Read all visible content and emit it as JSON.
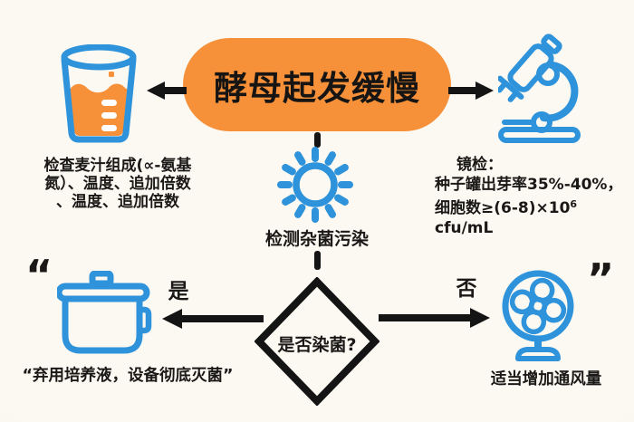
{
  "palette": {
    "background": "#FAF6EF",
    "orange": "#F6913A",
    "blue": "#2E93DB",
    "ink": "#141414"
  },
  "title": {
    "label": "酵母起发缓慢"
  },
  "top_left": {
    "icon": "beaker-icon",
    "lines": [
      "检查麦汁组成(∝-氨基",
      "氮）、温度、追加倍数",
      "、温度、追加倍数"
    ]
  },
  "top_right": {
    "icon": "microscope-icon",
    "line1": "镜检：",
    "line2": "种子罐出芽率35%-40%，",
    "line3_prefix": "细胞数≥(6-8)×10",
    "line3_sup": "6",
    "line3_suffix": " cfu/mL"
  },
  "center": {
    "icon": "sun-icon",
    "label": "检测杂菌污染"
  },
  "decision": {
    "label": "是否染菌?",
    "yes_label": "是",
    "no_label": "否"
  },
  "bottom_left": {
    "icon": "pot-icon",
    "quote_mark": "“",
    "caption": "“弃用培养液，设备彻底灭菌”"
  },
  "bottom_right": {
    "icon": "fan-icon",
    "quote_mark": "”",
    "caption": "适当增加通风量"
  }
}
